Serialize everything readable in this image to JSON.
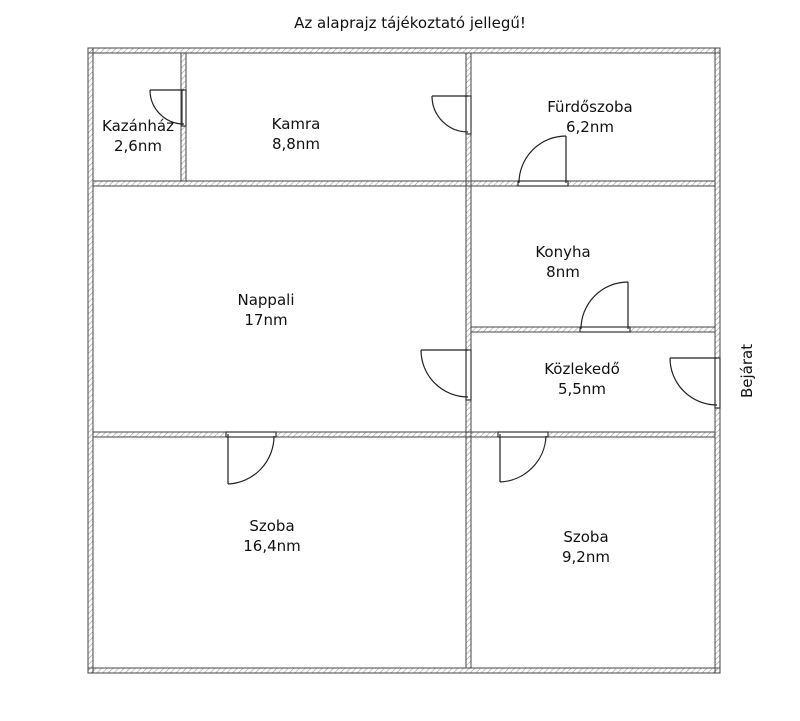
{
  "plan": {
    "note": "Az alaprajz tájékoztató jellegű!",
    "entrance_label": "Bejárat",
    "rooms": [
      {
        "name": "Kazánház",
        "area": "2,6nm"
      },
      {
        "name": "Kamra",
        "area": "8,8nm"
      },
      {
        "name": "Fürdőszoba",
        "area": "6,2nm"
      },
      {
        "name": "Konyha",
        "area": "8nm"
      },
      {
        "name": "Nappali",
        "area": "17nm"
      },
      {
        "name": "Közlekedő",
        "area": "5,5nm"
      },
      {
        "name": "Szoba",
        "area": "16,4nm"
      },
      {
        "name": "Szoba",
        "area": "9,2nm"
      }
    ]
  },
  "colors": {
    "wall": "#444444",
    "wall_hatch": "#bbbbbb",
    "door": "#222222"
  }
}
